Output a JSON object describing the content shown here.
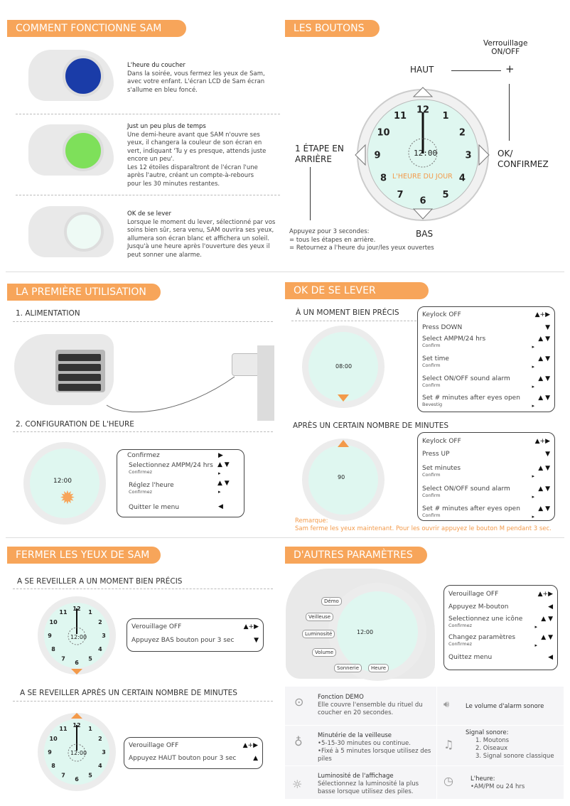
{
  "clock_numbers": [
    "12",
    "1",
    "2",
    "3",
    "4",
    "5",
    "6",
    "7",
    "8",
    "9",
    "10",
    "11"
  ],
  "colors": {
    "accent": "#f7a55a",
    "screen_blue": "#1a3ca8",
    "screen_green": "#7ee05a",
    "screen_light": "#dff7f0"
  },
  "s1": {
    "title": "COMMENT FONCTIONNE SAM",
    "items": [
      {
        "title": "L'heure du coucher",
        "text": "Dans la soirée, vous fermez les yeux de Sam, avec votre enfant. L'écran LCD de Sam écran s'allume en bleu foncé."
      },
      {
        "title": "Just un peu plus de temps",
        "text": "Une demi-heure avant que SAM n'ouvre ses yeux, il changera la couleur de son écran en vert, indiquant 'Tu y es presque, attends juste encore un peu'.",
        "text2": "Les 12 étoiles disparaîtront de l'écran l'une après l'autre, créant un compte-à-rebours pour les 30 minutes restantes."
      },
      {
        "title": "OK de se lever",
        "text": "Lorsque le moment du lever, sélectionné par vos soins bien sûr, sera venu, SAM ouvrira ses yeux, allumera son écran blanc et affichera un soleil. Jusqu'à une heure après l'ouverture des yeux il peut sonner une alarme."
      }
    ]
  },
  "s2": {
    "title": "LES BOUTONS",
    "lock": "Verrouillage\nON/OFF",
    "haut": "HAUT",
    "plus": "+",
    "back": "1 ÉTAPE EN\nARRIÈRE",
    "ok": "OK/\nCONFIRMEZ",
    "bas": "BAS",
    "time": "12:00",
    "mode": "L'HEURE DU JOUR",
    "note": [
      "Appuyez pour 3 secondes:",
      "= tous les étapes en arrière.",
      "= Retournez a l'heure du jour/les yeux ouvertes"
    ]
  },
  "s3": {
    "title": "LA PREMIÈRE UTILISATION",
    "step1": "1. ALIMENTATION",
    "step2": "2. CONFIGURATION DE L'HEURE",
    "screen_time": "12:00",
    "menu": [
      {
        "label": "Confirmez",
        "keys": "▶"
      },
      {
        "label": "Selectionnez AMPM/24 hrs",
        "sub": "Confirmez",
        "keys": "▲  ▼",
        "sk": "▸"
      },
      {
        "label": "Réglez l'heure",
        "sub": "Confirmez",
        "keys": "▲  ▼",
        "sk": "▸"
      },
      {
        "label": "Quitter le menu",
        "keys": "◀"
      }
    ]
  },
  "s4": {
    "title": "OK DE SE LEVER",
    "a_title": "À UN MOMENT BIEN PRÉCIS",
    "a_time": "08:00",
    "a_menu": [
      {
        "label": "Keylock OFF",
        "keys": "▲+▶"
      },
      {
        "label": "Press DOWN",
        "keys": "▼"
      },
      {
        "label": "Select AMPM/24 hrs",
        "sub": "Confirm",
        "keys": "▲  ▼",
        "sk": "▸"
      },
      {
        "label": "Set time",
        "sub": "Confirm",
        "keys": "▲  ▼",
        "sk": "▸"
      },
      {
        "label": "Select ON/OFF sound alarm",
        "sub": "Confirm",
        "keys": "▲  ▼",
        "sk": "▸"
      },
      {
        "label": "Set # minutes after eyes open",
        "sub": "Bevestig",
        "keys": "▲  ▼",
        "sk": "▸"
      }
    ],
    "b_title": "APRÈS UN CERTAIN NOMBRE DE MINUTES",
    "b_value": "90",
    "b_menu": [
      {
        "label": "Keylock OFF",
        "keys": "▲+▶"
      },
      {
        "label": "Press UP",
        "keys": "▼"
      },
      {
        "label": "Set minutes",
        "sub": "Confirm",
        "keys": "▲  ▼",
        "sk": "▸"
      },
      {
        "label": "Select ON/OFF sound alarm",
        "sub": "Confirm",
        "keys": "▲  ▼",
        "sk": "▸"
      },
      {
        "label": "Set # minutes after eyes open",
        "sub": "Confirm",
        "keys": "▲  ▼",
        "sk": "▸"
      }
    ],
    "remark_title": "Remarque:",
    "remark": "Sam ferme les yeux maintenant. Pour les ouvrir appuyez le bouton M pendant 3 sec."
  },
  "s5": {
    "title": "FERMER LES YEUX DE SAM",
    "a_title": "A SE REVEILLER A UN MOMENT BIEN PRÉCIS",
    "time": "12:00",
    "a_menu": [
      {
        "label": "Verouillage OFF",
        "keys": "▲+▶"
      },
      {
        "label": "Appuyez BAS bouton pour 3 sec",
        "keys": "▼"
      }
    ],
    "b_title": "A SE REVEILLER APRÈS UN CERTAIN NOMBRE DE MINUTES",
    "b_menu": [
      {
        "label": "Verouillage OFF",
        "keys": "▲+▶"
      },
      {
        "label": "Appuyez HAUT bouton pour 3 sec",
        "keys": "▲"
      }
    ]
  },
  "s6": {
    "title": "D'AUTRES PARAMÈTRES",
    "time": "12:00",
    "tags": [
      "Démo",
      "Veilleuse",
      "Luminosité",
      "Volume",
      "Sonnerie",
      "Heure"
    ],
    "menu": [
      {
        "label": "Verouillage OFF",
        "keys": "▲+▶"
      },
      {
        "label": "Appuyez M-bouton",
        "keys": "◀"
      },
      {
        "label": "Selectionnez une icône",
        "sub": "Confirmez",
        "keys": "▲  ▼",
        "sk": "▸"
      },
      {
        "label": "Changez paramètres",
        "sub": "Confirmez",
        "keys": "▲  ▼",
        "sk": "▸"
      },
      {
        "label": "Quittez menu",
        "keys": "◀"
      }
    ],
    "features": [
      {
        "icon": "play-circle-icon",
        "title": "Fonction DEMO",
        "lines": [
          "Elle couvre l'ensemble du rituel du coucher en 20 secondes."
        ]
      },
      {
        "icon": "volume-icon",
        "title": "Le volume d'alarm sonore",
        "lines": []
      },
      {
        "icon": "bulb-icon",
        "title": "Minutérie de la veilleuse",
        "lines": [
          "•5-15-30 minutes ou continue.",
          "•Fixé à 5 minutes lorsque utilisez des piles"
        ]
      },
      {
        "icon": "music-icon",
        "title": "Signal sonore:",
        "lines": [
          "1. Moutons",
          "2. Oiseaux",
          "3. Signal sonore classique"
        ]
      },
      {
        "icon": "sun-icon",
        "title": "Luminosité de l'affichage",
        "lines": [
          "Sélectionnez la luminosité la plus basse lorsque utilisez des piles."
        ]
      },
      {
        "icon": "clock-icon",
        "title": "L'heure:",
        "lines": [
          "•AM/PM ou 24 hrs"
        ]
      }
    ]
  }
}
